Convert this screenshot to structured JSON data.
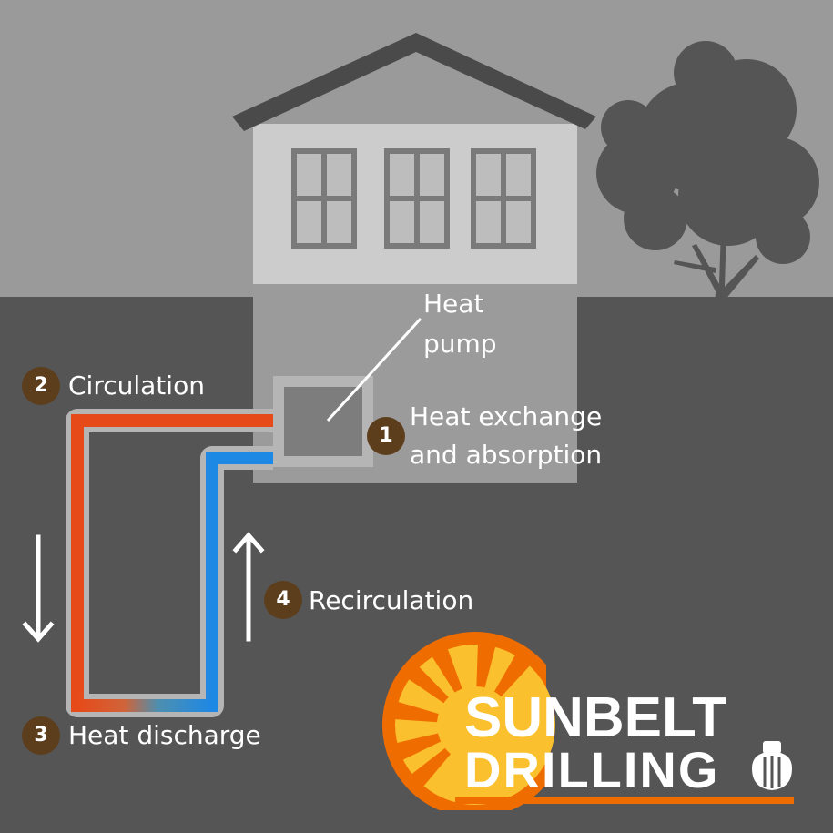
{
  "labels": {
    "heat_pump_line1": "Heat",
    "heat_pump_line2": "pump",
    "step1_line1": "Heat exchange",
    "step1_line2": "and absorption",
    "step2": "Circulation",
    "step3": "Heat discharge",
    "step4": "Recirculation"
  },
  "badges": {
    "step1": "1",
    "step2": "2",
    "step3": "3",
    "step4": "4"
  },
  "logo": {
    "line1": "SUNBELT",
    "line2": "DRILLING"
  },
  "colors": {
    "sky": "#9a9a9a",
    "ground": "#555555",
    "house_upper": "#cccccc",
    "house_lower": "#9b9b9b",
    "roof": "#4a4a4a",
    "hot_pipe": "#e64a19",
    "cold_pipe": "#1e88e5",
    "badge": "#5c3e1c",
    "logo_orange": "#ef6c00",
    "logo_yellow": "#fbc02d"
  }
}
